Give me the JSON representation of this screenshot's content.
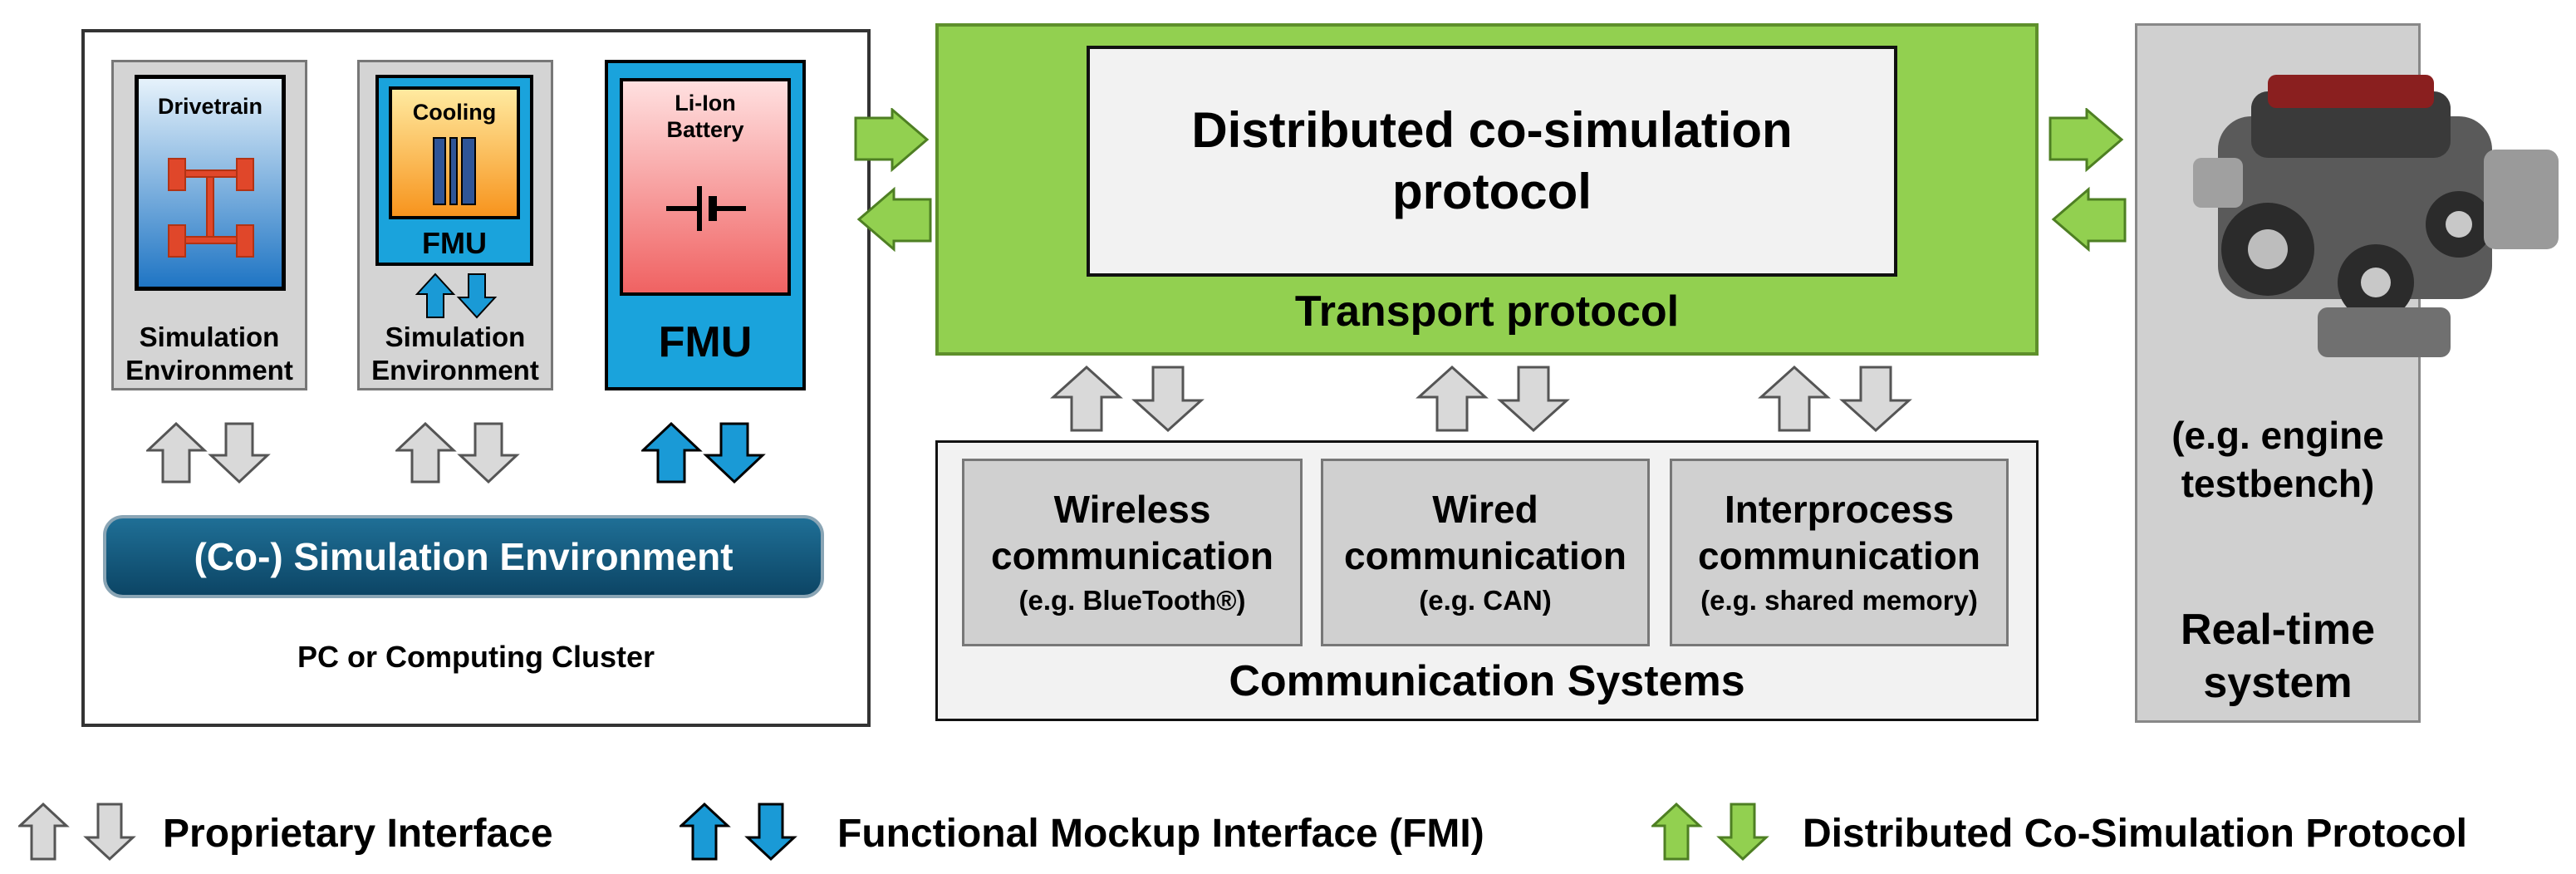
{
  "pc": {
    "label": "PC or Computing Cluster",
    "cosim_env": "(Co-) Simulation Environment",
    "drivetrain": {
      "title": "Drivetrain",
      "env_line1": "Simulation",
      "env_line2": "Environment"
    },
    "cooling": {
      "title": "Cooling",
      "fmu": "FMU",
      "env_line1": "Simulation",
      "env_line2": "Environment"
    },
    "battery": {
      "title_line1": "Li-Ion",
      "title_line2": "Battery",
      "fmu": "FMU"
    }
  },
  "middle": {
    "dist_line1": "Distributed co-simulation",
    "dist_line2": "protocol",
    "transport": "Transport protocol",
    "comm_title": "Communication Systems",
    "wireless": {
      "line1": "Wireless",
      "line2": "communication",
      "example": "(e.g. BlueTooth®)"
    },
    "wired": {
      "line1": "Wired",
      "line2": "communication",
      "example": "(e.g. CAN)"
    },
    "interprocess": {
      "line1": "Interprocess",
      "line2": "communication",
      "example": "(e.g. shared memory)"
    }
  },
  "realtime": {
    "example_line1": "(e.g. engine",
    "example_line2": "testbench)",
    "title_line1": "Real-time",
    "title_line2": "system"
  },
  "legend": {
    "proprietary": "Proprietary Interface",
    "fmi": "Functional Mockup Interface (FMI)",
    "dcp": "Distributed Co-Simulation Protocol"
  },
  "colors": {
    "gray_arrow": "#d9d9d9",
    "blue_arrow": "#1a9ad6",
    "green_arrow": "#92d050",
    "fmu_blue": "#1aa3dc",
    "green_box": "#92d050"
  }
}
